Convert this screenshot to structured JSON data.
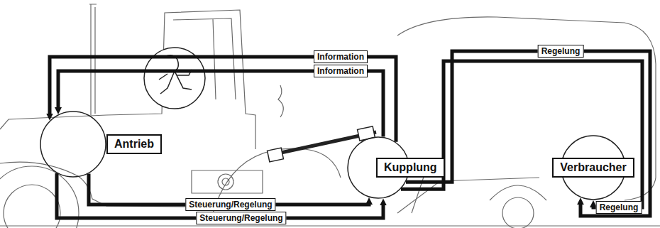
{
  "diagram": {
    "nodes": [
      {
        "text": [
          "Antrieb"
        ]
      },
      {
        "text": [
          "Kupplung"
        ]
      },
      {
        "text": [
          "Verbraucher"
        ]
      }
    ],
    "edges": [
      {
        "from": 1,
        "to": 0,
        "label": "Information",
        "arrow": "to"
      },
      {
        "from": 1,
        "to": 0,
        "label": "Information",
        "arrow": "to"
      },
      {
        "from": 0,
        "to": 1,
        "label": "Steuerung/Regelung",
        "arrow": "to"
      },
      {
        "from": 0,
        "to": 1,
        "label": "Steuerung/Regelung",
        "arrow": "to"
      },
      {
        "from": 1,
        "to": 2,
        "label": "Regelung",
        "arrow": "to"
      },
      {
        "from": 1,
        "to": 2,
        "label": "Regelung",
        "arrow": "to"
      }
    ]
  }
}
